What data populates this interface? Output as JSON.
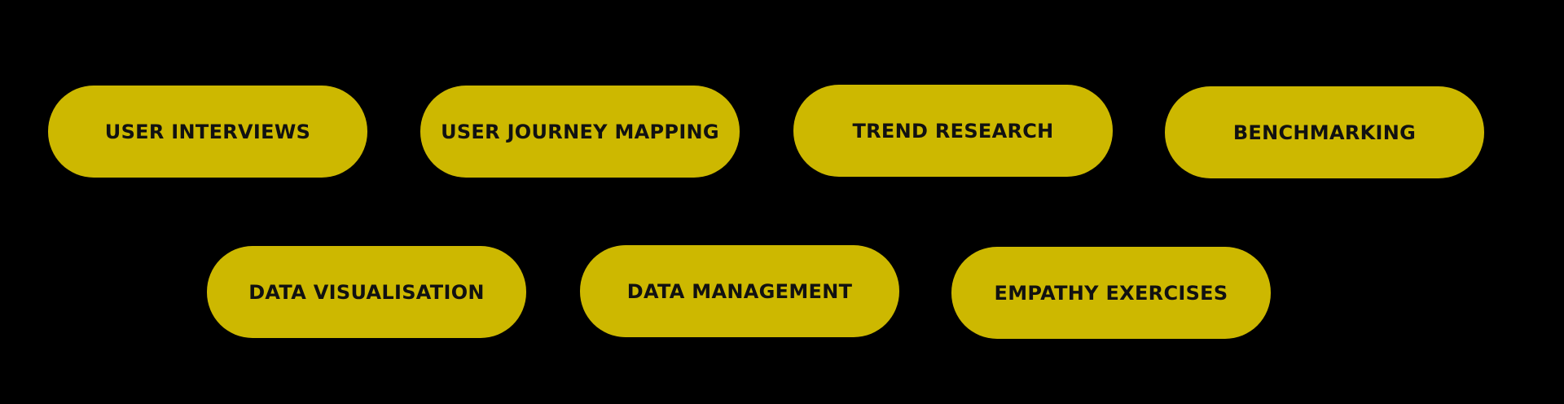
{
  "colors": {
    "background": "#000000",
    "pill_fill": "#CDB800",
    "pill_text": "#111111"
  },
  "skills": [
    {
      "label": "USER INTERVIEWS"
    },
    {
      "label": "USER JOURNEY MAPPING"
    },
    {
      "label": "TREND RESEARCH"
    },
    {
      "label": "BENCHMARKING"
    },
    {
      "label": "DATA VISUALISATION"
    },
    {
      "label": "DATA MANAGEMENT"
    },
    {
      "label": "EMPATHY EXERCISES"
    }
  ]
}
